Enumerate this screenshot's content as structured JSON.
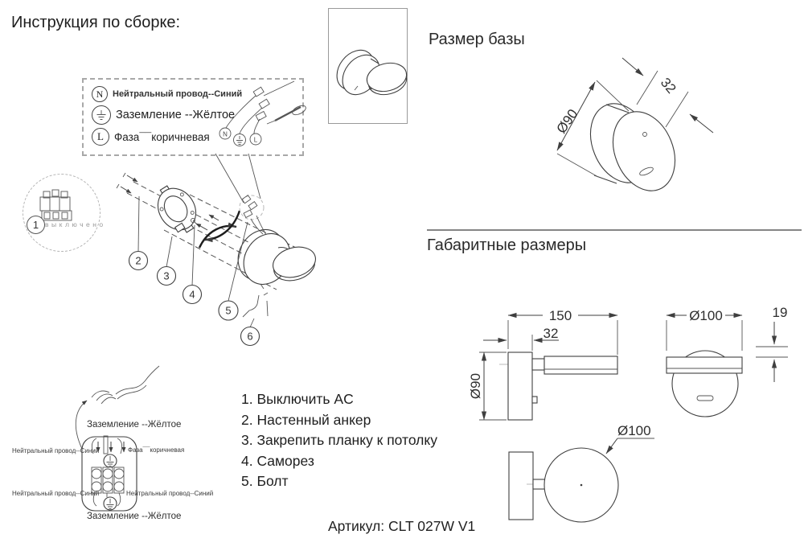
{
  "title": "Инструкция по сборке:",
  "legend": {
    "rows": [
      {
        "symbol": "N",
        "label": "Нейтральный провод--Синий"
      },
      {
        "symbol": "⏚",
        "label": "Заземление --Жёлтое"
      },
      {
        "symbol": "L",
        "label": "Фаза¯¯коричневая"
      }
    ]
  },
  "breaker": {
    "number": "1",
    "label": "выключено"
  },
  "exploded": {
    "callouts": [
      "2",
      "3",
      "4",
      "5",
      "6"
    ]
  },
  "base_size": {
    "heading": "Размер базы",
    "diameter": "Ø90",
    "depth": "32"
  },
  "overall": {
    "heading": "Габаритные размеры",
    "side": {
      "length": "150",
      "depth": "32",
      "diameter": "Ø90"
    },
    "front": {
      "diameter": "Ø100",
      "thickness": "19"
    },
    "top": {
      "diameter": "Ø100"
    }
  },
  "steps": [
    "1. Выключить AC",
    "2. Настенный анкер",
    "3. Закрепить планку к потолку",
    "4. Саморез",
    "5. Болт"
  ],
  "article": "Артикул: CLT 027W V1",
  "terminal": {
    "top": "Заземление --Жёлтое",
    "left": "Нейтральный провод--Синий",
    "phase": "Фаза¯¯коричневая",
    "bottom_left": "Нейтральный провод--Синий",
    "bottom_right": "Нейтральный провод--Синий",
    "bottom": "Заземление --Жёлтое"
  }
}
